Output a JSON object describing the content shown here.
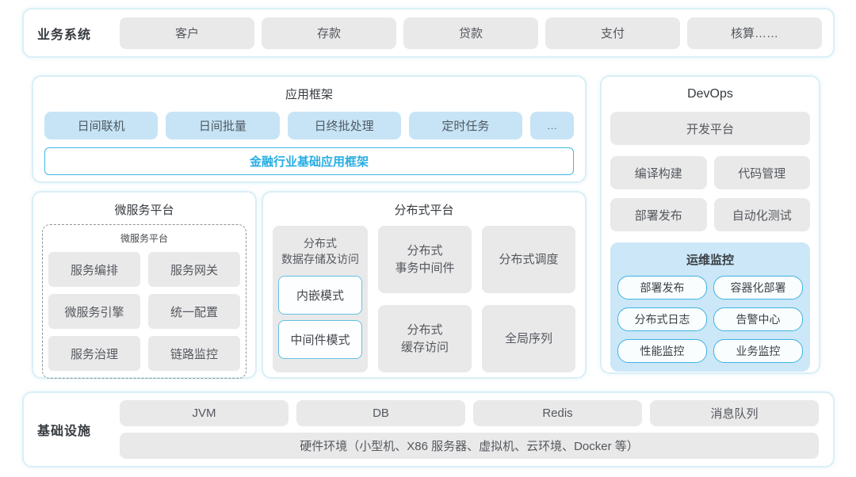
{
  "colors": {
    "panel_border": "#d9eff6",
    "gray_box": "#e9e9ea",
    "blue_box": "#c7e4f6",
    "monitor_bg": "#cbe7f8",
    "accent_blue_border": "#41b4e3",
    "accent_text": "#27ade3"
  },
  "business_systems": {
    "label": "业务系统",
    "items": [
      "客户",
      "存款",
      "贷款",
      "支付",
      "核算……"
    ]
  },
  "app_framework": {
    "title": "应用框架",
    "modules": [
      "日间联机",
      "日间批量",
      "日终批处理",
      "定时任务",
      "…"
    ],
    "base": "金融行业基础应用框架"
  },
  "microservice_platform": {
    "title": "微服务平台",
    "inner_title": "微服务平台",
    "items": [
      "服务编排",
      "服务网关",
      "微服务引擎",
      "统一配置",
      "服务治理",
      "链路监控"
    ]
  },
  "distributed_platform": {
    "title": "分布式平台",
    "storage": {
      "label": [
        "分布式",
        "数据存储及访问"
      ],
      "modes": [
        "内嵌模式",
        "中间件模式"
      ]
    },
    "cells": {
      "transaction": [
        "分布式",
        "事务中间件"
      ],
      "scheduling": "分布式调度",
      "cache": [
        "分布式",
        "缓存访问"
      ],
      "sequence": "全局序列"
    }
  },
  "devops": {
    "title": "DevOps",
    "dev_platform": "开发平台",
    "tools": [
      "编译构建",
      "代码管理",
      "部署发布",
      "自动化测试"
    ],
    "monitoring": {
      "title": "运维监控",
      "items": [
        "部署发布",
        "容器化部署",
        "分布式日志",
        "告警中心",
        "性能监控",
        "业务监控"
      ]
    }
  },
  "infrastructure": {
    "label": "基础设施",
    "items": [
      "JVM",
      "DB",
      "Redis",
      "消息队列"
    ],
    "hardware": "硬件环境（小型机、X86 服务器、虚拟机、云环境、Docker 等）"
  }
}
